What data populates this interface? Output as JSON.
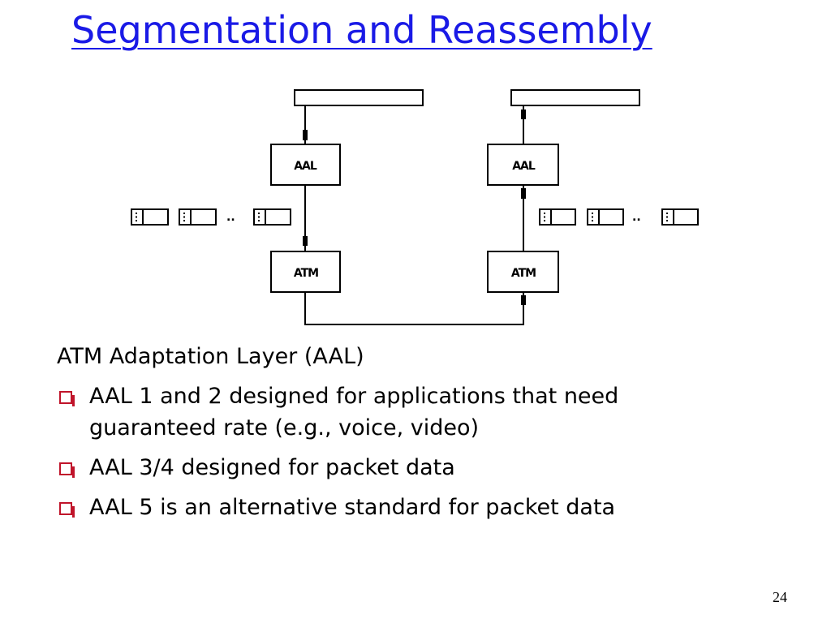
{
  "slide": {
    "title": "Segmentation and Reassembly",
    "page_number": "24"
  },
  "diagram": {
    "aal_label": "AAL",
    "atm_label": "ATM",
    "ellipsis": ".."
  },
  "body": {
    "heading": "ATM Adaptation Layer (AAL)",
    "bullets": [
      {
        "line1": "AAL 1 and 2 designed for applications that need",
        "line2": "guaranteed rate (e.g., voice, video)"
      },
      {
        "line1": "AAL 3/4 designed for packet data"
      },
      {
        "line1": "AAL 5 is an alternative standard for packet data"
      }
    ]
  },
  "colors": {
    "title": "#1a1ae6",
    "bullet": "#c0142a"
  }
}
